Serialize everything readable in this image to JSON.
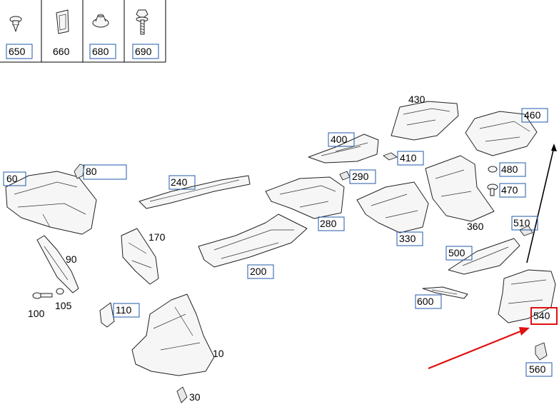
{
  "header_parts": [
    {
      "num": "650",
      "icon": "clip-icon",
      "boxed": true
    },
    {
      "num": "660",
      "icon": "bracket-clip-icon",
      "boxed": false
    },
    {
      "num": "680",
      "icon": "nut-icon",
      "boxed": true
    },
    {
      "num": "690",
      "icon": "screw-icon",
      "boxed": true
    }
  ],
  "callouts": [
    {
      "id": "430",
      "boxed": false
    },
    {
      "id": "460",
      "boxed": true
    },
    {
      "id": "400",
      "boxed": true
    },
    {
      "id": "410",
      "boxed": true
    },
    {
      "id": "60",
      "boxed": true
    },
    {
      "id": "80",
      "boxed": true
    },
    {
      "id": "240",
      "boxed": true
    },
    {
      "id": "290",
      "boxed": true
    },
    {
      "id": "480",
      "boxed": true
    },
    {
      "id": "470",
      "boxed": true
    },
    {
      "id": "170",
      "boxed": false
    },
    {
      "id": "90",
      "boxed": false
    },
    {
      "id": "280",
      "boxed": true
    },
    {
      "id": "330",
      "boxed": true
    },
    {
      "id": "360",
      "boxed": false
    },
    {
      "id": "510",
      "boxed": true
    },
    {
      "id": "500",
      "boxed": true
    },
    {
      "id": "200",
      "boxed": true
    },
    {
      "id": "100",
      "boxed": false
    },
    {
      "id": "105",
      "boxed": false
    },
    {
      "id": "110",
      "boxed": true
    },
    {
      "id": "600",
      "boxed": true
    },
    {
      "id": "540",
      "boxed": true,
      "highlighted": true
    },
    {
      "id": "10",
      "boxed": false
    },
    {
      "id": "560",
      "boxed": true
    },
    {
      "id": "30",
      "boxed": false
    }
  ],
  "colors": {
    "box_border": "#1f5aa8",
    "highlight": "#e01010",
    "line": "#222222"
  }
}
